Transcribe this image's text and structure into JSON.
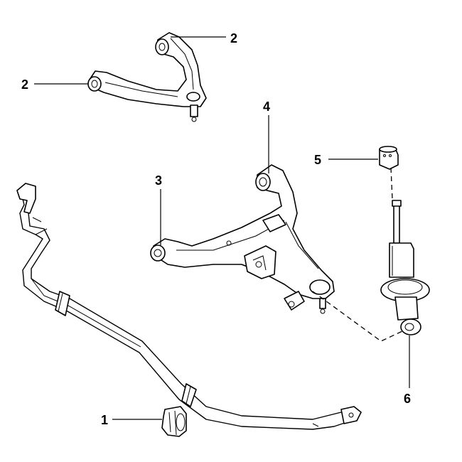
{
  "callouts": [
    {
      "id": "upper-arm-front",
      "label": "2"
    },
    {
      "id": "upper-arm-rear",
      "label": "2"
    },
    {
      "id": "lower-arm-rear",
      "label": "3"
    },
    {
      "id": "lower-arm-front",
      "label": "4"
    },
    {
      "id": "bump-stop",
      "label": "5"
    },
    {
      "id": "shock-lower",
      "label": "6"
    },
    {
      "id": "stabilizer-bush",
      "label": "1"
    }
  ],
  "colors": {
    "line": "#000000",
    "background": "#ffffff"
  }
}
